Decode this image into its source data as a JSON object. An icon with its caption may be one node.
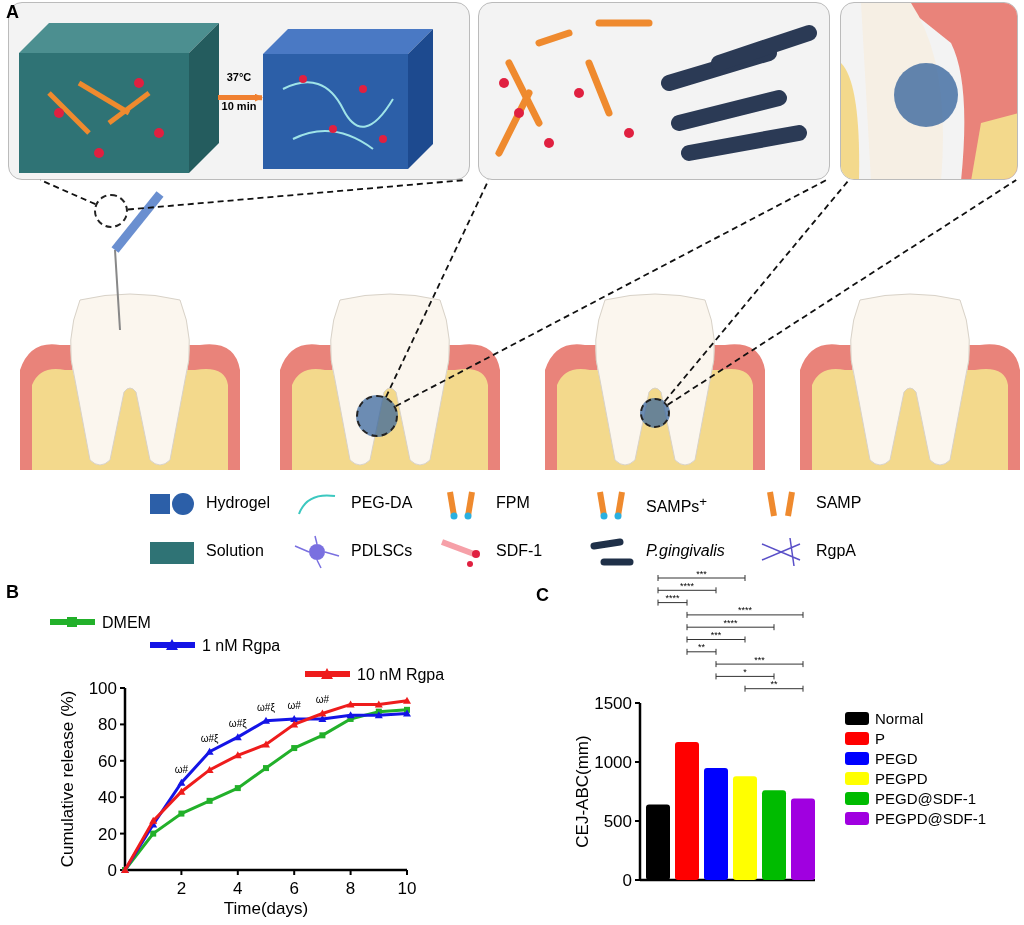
{
  "diagram": {
    "nodes": [
      {
        "text": [],
        "shape": "picture"
      },
      {
        "text": [],
        "shape": "picture",
        "in": 0
      },
      {
        "text": [],
        "shape": "picture",
        "in": 0
      },
      {
        "text": [],
        "shape": "picture"
      },
      {
        "text": [],
        "shape": "picture"
      },
      {
        "text": [],
        "shape": "picture"
      },
      {
        "text": [],
        "shape": "circle",
        "in": 5
      },
      {
        "text": [],
        "shape": "picture"
      },
      {
        "text": [],
        "shape": "circle",
        "in": 7
      },
      {
        "text": [],
        "shape": "picture"
      },
      {
        "text": [],
        "shape": "circle",
        "in": 9
      },
      {
        "text": [],
        "shape": "picture"
      }
    ],
    "edges": [
      {
        "from": 1,
        "to": 2,
        "arrow": "to",
        "label": "37°C 10 min",
        "style": "thick",
        "color": "#f08030"
      },
      {
        "from": 6,
        "to": 0,
        "arrow": "none",
        "style": "dashed"
      },
      {
        "from": 6,
        "to": 0,
        "arrow": "none",
        "style": "dashed"
      },
      {
        "from": 8,
        "to": 3,
        "arrow": "none",
        "style": "dashed"
      },
      {
        "from": 8,
        "to": 3,
        "arrow": "none",
        "style": "dashed"
      },
      {
        "from": 10,
        "to": 4,
        "arrow": "none",
        "style": "dashed"
      },
      {
        "from": 10,
        "to": 4,
        "arrow": "none",
        "style": "dashed"
      }
    ],
    "labels": [
      "A",
      "B",
      "C"
    ],
    "legend": [
      {
        "text": "Hydrogel"
      },
      {
        "text": "PEG-DA"
      },
      {
        "text": "FPM"
      },
      {
        "text": "SAMPs$^{+}$"
      },
      {
        "text": "SAMP"
      },
      {
        "text": "Solution"
      },
      {
        "text": "PDLSCs"
      },
      {
        "text": "SDF-1"
      },
      {
        "text": "P.gingivalis"
      },
      {
        "text": "RgpA"
      }
    ],
    "chart_data": [
      {
        "type": "line",
        "xlabel": "Time(days)",
        "ylabel": "Cumulative release (%)",
        "x": [
          0,
          1,
          2,
          3,
          4,
          5,
          6,
          7,
          8,
          9,
          10
        ],
        "series": [
          {
            "name": "DMEM",
            "color": "#22b02a",
            "marker": "square",
            "values": [
              0,
              20,
              31,
              38,
              45,
              56,
              67,
              74,
              83,
              87,
              88
            ]
          },
          {
            "name": "1 nM  Rgpa",
            "color": "#1414e6",
            "marker": "triangle",
            "values": [
              0,
              25,
              48,
              65,
              73,
              82,
              83,
              83,
              85,
              85,
              86
            ]
          },
          {
            "name": "10 nM  Rgpa",
            "color": "#ee1c1c",
            "marker": "triangle",
            "values": [
              0,
              27,
              43,
              55,
              63,
              69,
              80,
              86,
              91,
              91,
              93
            ]
          }
        ],
        "xlim": [
          0,
          10
        ],
        "ylim": [
          0,
          100
        ],
        "legend": "top",
        "xticks": [
          2,
          4,
          6,
          8,
          10
        ],
        "yticks": [
          0,
          20,
          40,
          60,
          80,
          100
        ],
        "annotations": [
          {
            "x": 2,
            "y": 48,
            "text": "ω#"
          },
          {
            "x": 3,
            "y": 65,
            "text": "ω#ξ"
          },
          {
            "x": 4,
            "y": 73,
            "text": "ω#ξ"
          },
          {
            "x": 5,
            "y": 82,
            "text": "ω#ξ"
          },
          {
            "x": 6,
            "y": 83,
            "text": "ω#"
          },
          {
            "x": 7,
            "y": 86,
            "text": "ω#"
          }
        ]
      },
      {
        "type": "bar",
        "ylabel": "CEJ-ABC(mm)",
        "categories": [
          null
        ],
        "series": [
          {
            "name": "Normal",
            "color": "#000000",
            "values": [
              640
            ]
          },
          {
            "name": "P",
            "color": "#ff0000",
            "values": [
              1170
            ]
          },
          {
            "name": "PEGD",
            "color": "#0000ff",
            "values": [
              950
            ]
          },
          {
            "name": "PEGPD",
            "color": "#ffff00",
            "values": [
              880
            ]
          },
          {
            "name": "PEGD@SDF-1",
            "color": "#00bb00",
            "values": [
              760
            ]
          },
          {
            "name": "PEGPD@SDF-1",
            "color": "#a000e0",
            "values": [
              690
            ]
          }
        ],
        "ylim": [
          0,
          1500
        ],
        "yticks": [
          0,
          500,
          1000,
          1500
        ],
        "legend": "right",
        "annotations": [
          "***",
          "****",
          "****",
          "****",
          "****",
          "***",
          "**",
          "***",
          "*",
          "**"
        ]
      }
    ]
  }
}
